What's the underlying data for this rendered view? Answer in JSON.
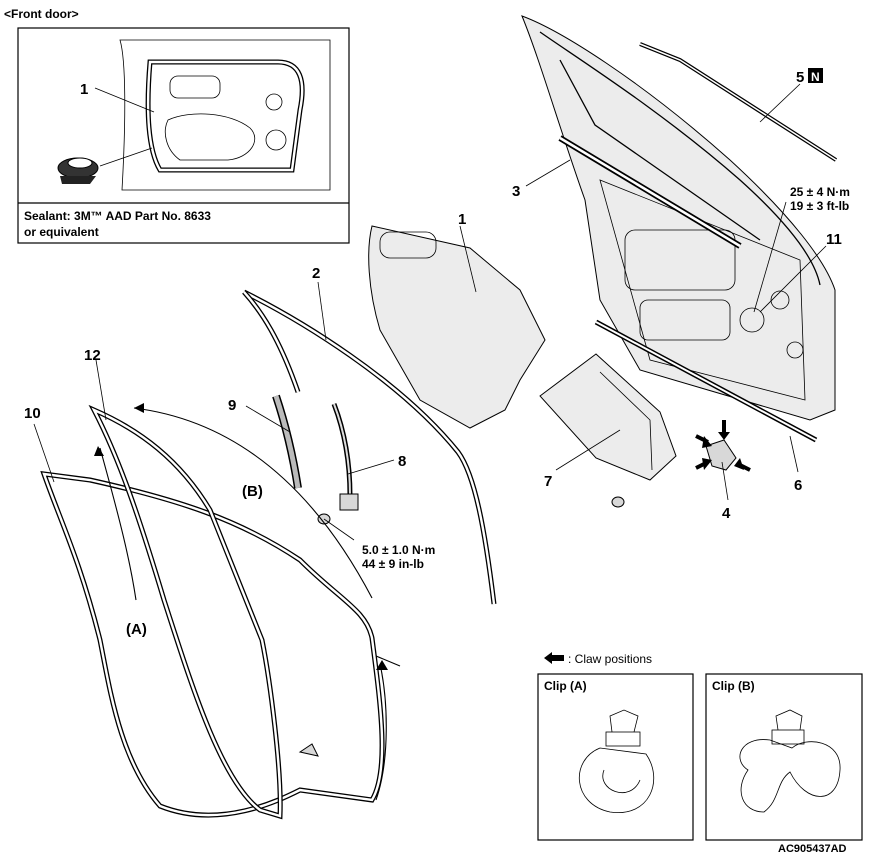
{
  "header": {
    "section_title": "<Front door>"
  },
  "inset": {
    "callout": "1",
    "sealant_line1": "Sealant: 3M™ AAD Part No. 8633",
    "sealant_line2": "or equivalent"
  },
  "callouts": {
    "c1": "1",
    "c2": "2",
    "c3": "3",
    "c4": "4",
    "c5": "5",
    "c5_badge": "N",
    "c6": "6",
    "c7": "7",
    "c8": "8",
    "c9": "9",
    "c10": "10",
    "c11": "11",
    "c12": "12",
    "cA": "(A)",
    "cB": "(B)"
  },
  "torques": {
    "t11_nm": "25 ± 4 N·m",
    "t11_ftlb": "19 ± 3 ft-lb",
    "t8_nm": "5.0 ± 1.0 N·m",
    "t8_inlb": "44 ± 9 in-lb"
  },
  "legend": {
    "claw_positions": ": Claw positions"
  },
  "clips": {
    "clip_a_title": "Clip (A)",
    "clip_b_title": "Clip (B)"
  },
  "footer": {
    "figure_id": "AC905437AD"
  }
}
